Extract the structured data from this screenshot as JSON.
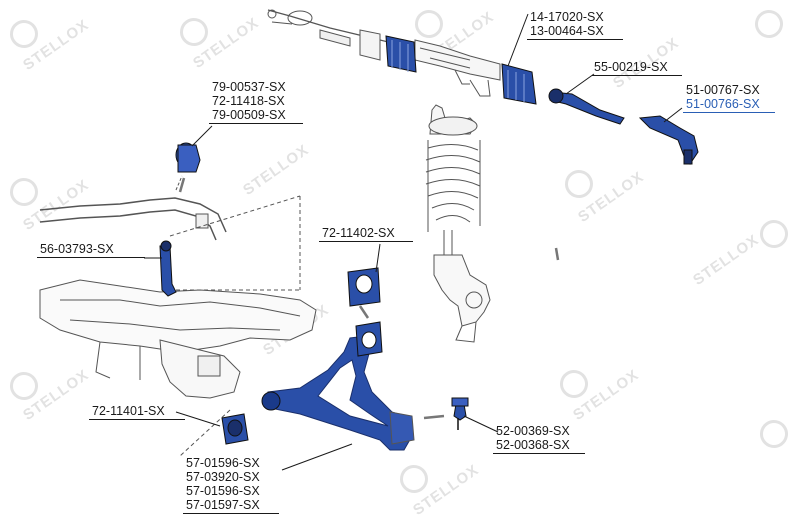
{
  "watermark": {
    "brand": "STELLOX",
    "logo_icon": "stellox-s-logo-icon"
  },
  "parts": {
    "tie_rod_boots": [
      "14-17020-SX",
      "13-00464-SX"
    ],
    "inner_tie_rod": "55-00219-SX",
    "tie_rod_ends": [
      "51-00767-SX",
      "51-00766-SX"
    ],
    "stabilizer_bushings": [
      "79-00537-SX",
      "72-11418-SX",
      "79-00509-SX"
    ],
    "stabilizer_link": "56-03793-SX",
    "rear_arm_bushing": "72-11402-SX",
    "front_arm_bushing": "72-11401-SX",
    "ball_joints": [
      "52-00369-SX",
      "52-00368-SX"
    ],
    "control_arms": [
      "57-01596-SX",
      "57-03920-SX",
      "57-01596-SX",
      "57-01597-SX"
    ]
  },
  "colors": {
    "highlight_part": "#2a4fa8",
    "outline": "#555555",
    "selected_label": "#2a5fb5"
  }
}
